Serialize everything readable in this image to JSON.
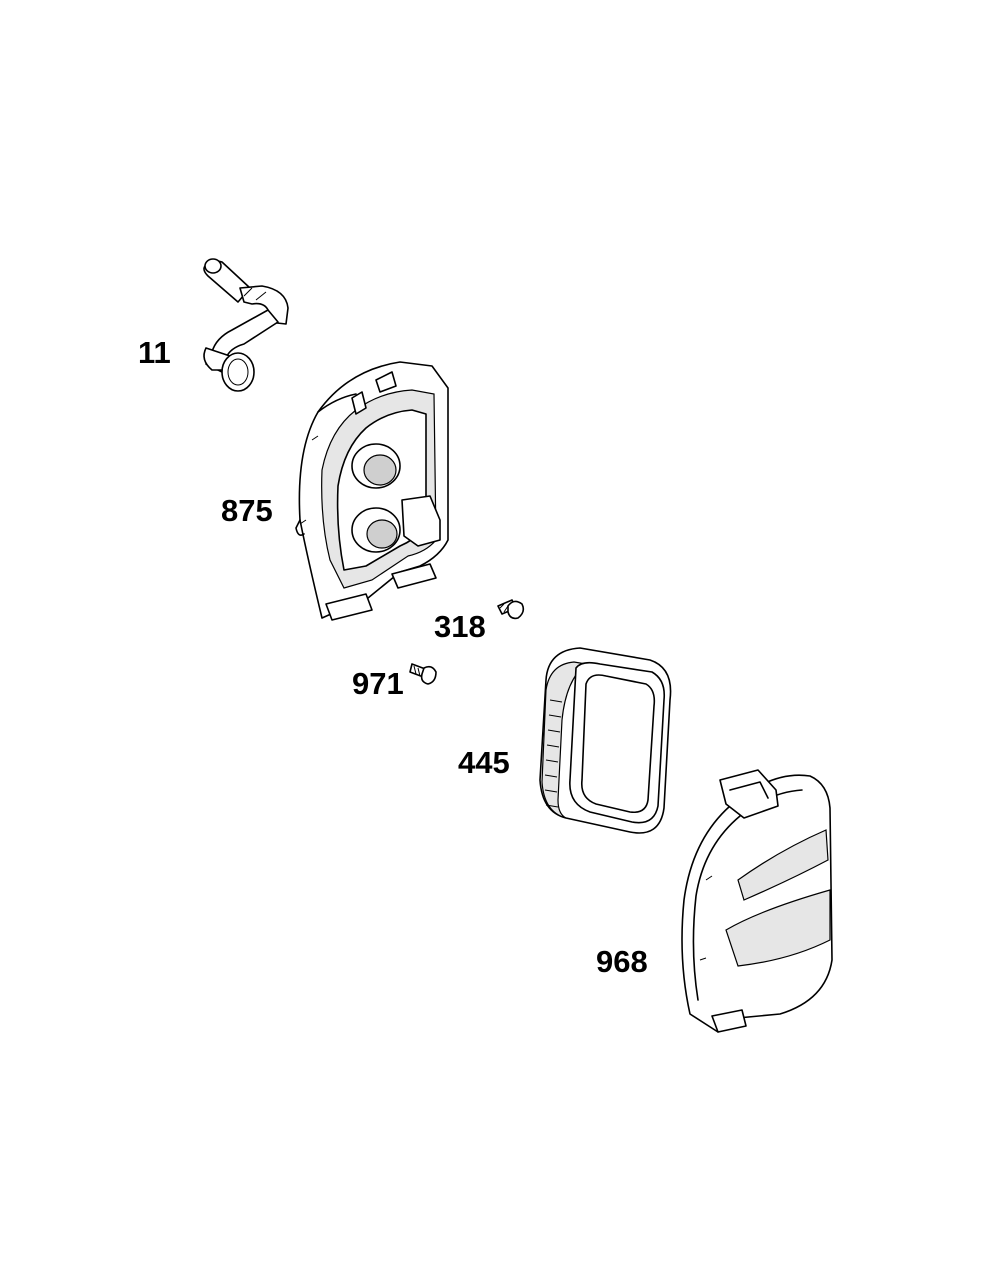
{
  "diagram": {
    "parts": [
      {
        "id": "breather-tube",
        "number": "11"
      },
      {
        "id": "air-cleaner-base",
        "number": "875"
      },
      {
        "id": "screw",
        "number": "318"
      },
      {
        "id": "screw-small",
        "number": "971"
      },
      {
        "id": "air-filter-element",
        "number": "445"
      },
      {
        "id": "air-cleaner-cover",
        "number": "968"
      }
    ]
  }
}
